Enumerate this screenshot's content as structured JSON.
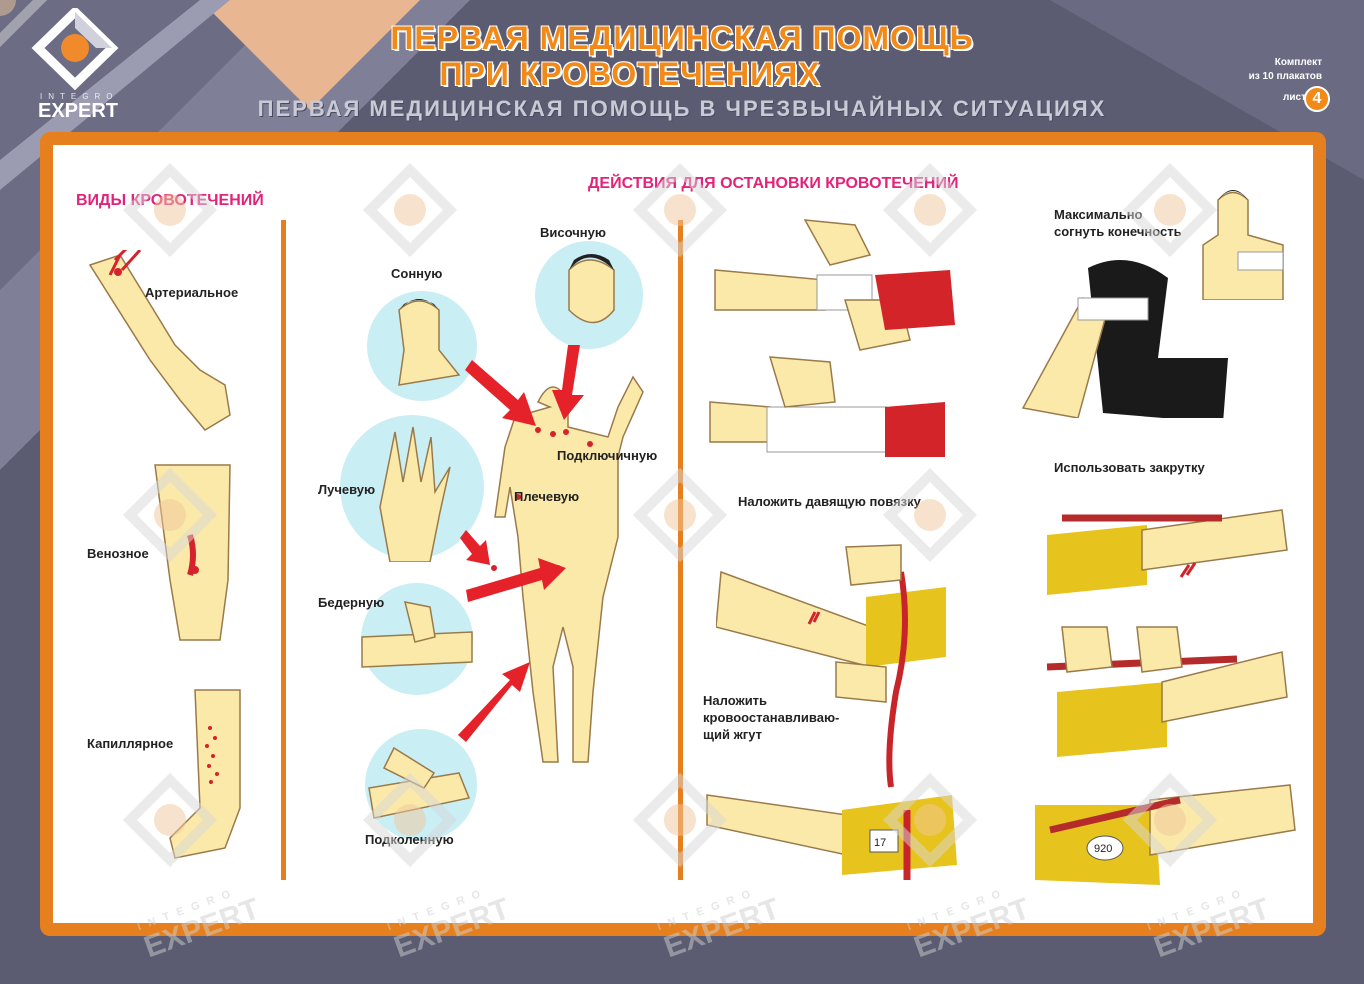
{
  "header": {
    "logo_text": "EXPERT",
    "logo_sub": "INTEGRO",
    "title_line1": "ПЕРВАЯ МЕДИЦИНСКАЯ ПОМОЩЬ",
    "title_line2": "ПРИ КРОВОТЕЧЕНИЯХ",
    "subtitle": "ПЕРВАЯ МЕДИЦИНСКАЯ ПОМОЩЬ В ЧРЕЗВЫЧАЙНЫХ СИТУАЦИЯХ",
    "kit_line1": "Комплект",
    "kit_line2": "из 10 плакатов",
    "sheet_label": "лист",
    "sheet_number": "4"
  },
  "types": {
    "title": "ВИДЫ КРОВОТЕЧЕНИЙ",
    "arterial": "Артериальное",
    "venous": "Венозное",
    "capillary": "Капиллярное"
  },
  "pressure_points": {
    "temporal": "Височную",
    "carotid": "Сонную",
    "subclavian": "Подключичную",
    "brachial": "Плечевую",
    "radial": "Лучевую",
    "femoral": "Бедерную",
    "popliteal": "Подколенную"
  },
  "actions": {
    "title": "ДЕЙСТВИЯ ДЛЯ ОСТАНОВКИ КРОВОТЕЧЕНИЙ",
    "pressure_bandage": "Наложить давящую повязку",
    "tourniquet_line1": "Наложить",
    "tourniquet_line2": "кровоостанавливаю-",
    "tourniquet_line3": "щий жгут",
    "flex_line1": "Максимально",
    "flex_line2": "согнуть конечность",
    "twist": "Использовать закрутку",
    "tag_1": "17",
    "tag_2": "920"
  },
  "watermark": {
    "top": "INTEGRO",
    "bottom": "EXPERT"
  },
  "colors": {
    "background": "#5b5c72",
    "accent_orange": "#e6801f",
    "title_pink": "#e2237a",
    "arrow_red": "#e5222a"
  }
}
